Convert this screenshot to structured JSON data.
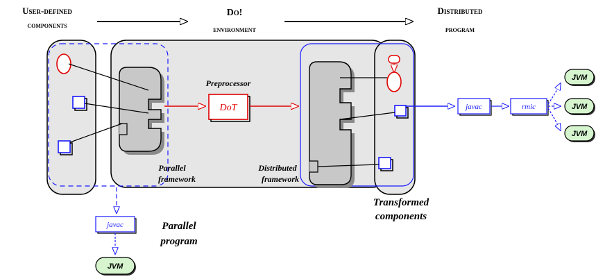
{
  "header": {
    "user_defined_line1": "User-defined",
    "user_defined_line2": "components",
    "do_line1": "Do!",
    "do_line2": "environment",
    "distributed_line1": "Distributed",
    "distributed_line2": "program"
  },
  "labels": {
    "preprocessor": "Preprocessor",
    "dot": "DoT",
    "parallel_framework_line1": "Parallel",
    "parallel_framework_line2": "framework",
    "distributed_framework_line1": "Distributed",
    "distributed_framework_line2": "framework",
    "transformed_line1": "Transformed",
    "transformed_line2": "components",
    "parallel_program_line1": "Parallel",
    "parallel_program_line2": "program"
  },
  "tools": {
    "javac_right": "javac",
    "rmic": "rmic",
    "javac_bottom": "javac"
  },
  "jvms": [
    "JVM",
    "JVM",
    "JVM",
    "JVM"
  ],
  "colors": {
    "red": "#e00000",
    "blue": "#1a1aff",
    "jvm_fill": "#d6f5cf",
    "env_fill": "#e6e6e6",
    "framework_fill": "#c8c8c8"
  }
}
